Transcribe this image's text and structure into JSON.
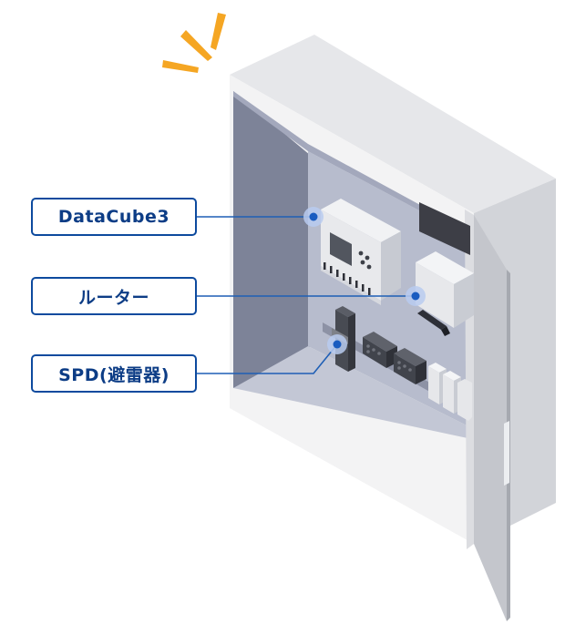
{
  "labels": {
    "datacube": "DataCube3",
    "router": "ルーター",
    "spd": "SPD(避雷器)"
  },
  "colors": {
    "label_border": "#0d4a9e",
    "label_text": "#0d3d86",
    "leader_line": "#1f5fb5",
    "marker": "#1a5cc0",
    "alert_rays": "#f5a623",
    "cabinet_front": "#f2f2f3",
    "cabinet_inner": "#aeb3c6"
  },
  "icons": {
    "alert": "alert-rays-icon",
    "marker": "location-dot-icon"
  }
}
